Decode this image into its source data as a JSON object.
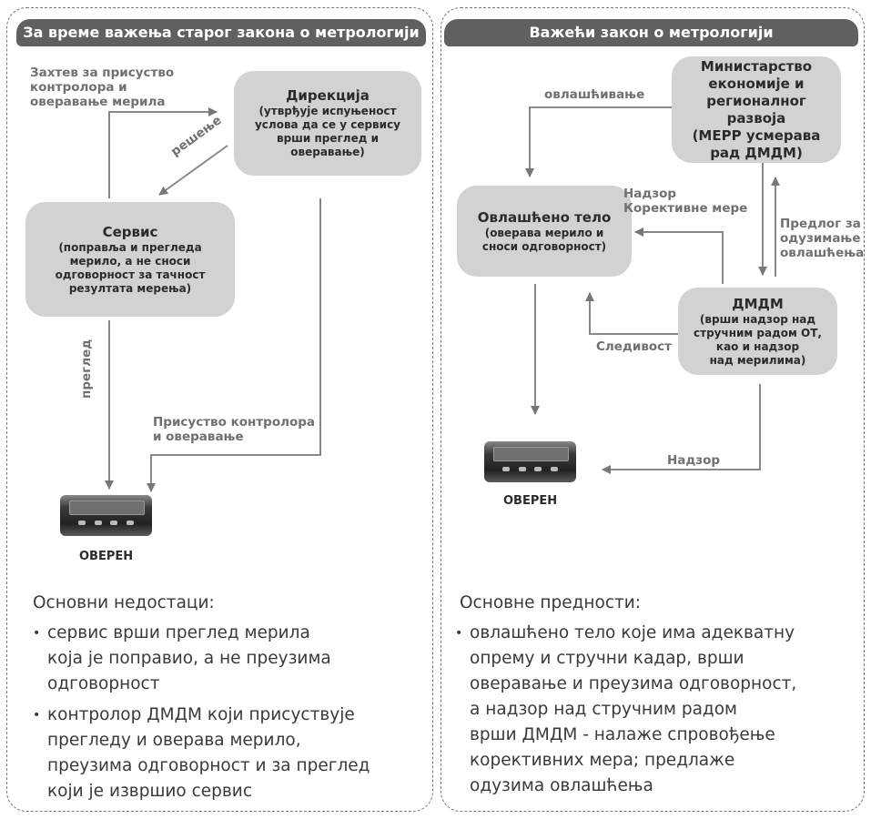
{
  "left": {
    "title": "За време важења старог закона о метрологији",
    "direkcija": {
      "heading": "Дирекција",
      "sub": [
        "(утврђује испуњеност",
        "услова да се у сервису",
        "врши преглед и",
        "оверавање)"
      ]
    },
    "servis": {
      "heading": "Сервис",
      "sub": [
        "(поправља и прегледа",
        "мерило, а не сноси",
        "одговорност за тачност",
        "резултата мерења)"
      ]
    },
    "zahtev": [
      "Захтев за присуство",
      "контролора и",
      "оверавање мерила"
    ],
    "resenje": "решење",
    "pregled": "преглед",
    "prisustvo": [
      "Присуство контролора",
      "и оверавање"
    ],
    "verified": "ОВЕРЕН",
    "section_title": "Основни недостаци:",
    "bullets": [
      [
        "сервис врши преглед мерила",
        "која је поправио, а не преузима",
        "одговорност"
      ],
      [
        "контролор ДМДМ који присуствује",
        "прегледу и оверава мерило,",
        "преузима одговорност и за преглед",
        "који је извршио сервис"
      ]
    ]
  },
  "right": {
    "title": "Важећи закон о метрологији",
    "merr": [
      "Министарство",
      "економије и",
      "регионалног развоја",
      "(МЕРР усмерава",
      "рад ДМДМ)"
    ],
    "ot": {
      "heading": "Овлашћено тело",
      "sub": [
        "(оверава мерило и",
        "сноси одговорност)"
      ]
    },
    "dmdm": {
      "heading": "ДМДМ",
      "sub": [
        "(врши надзор над",
        "стручним радом ОТ,",
        "као  и надзор",
        "над мерилима)"
      ]
    },
    "ovlascivanje": "овлашћивање",
    "nadzor_korektivne": [
      "Надзор",
      "Корективне мере"
    ],
    "predlog": [
      "Предлог за",
      "одузимање",
      "овлашћења"
    ],
    "sledivost": "Следивост",
    "nadzor": "Надзор",
    "verified": "ОВЕРЕН",
    "section_title": "Основне предности:",
    "bullets": [
      [
        "овлашћено тело које има адекватну",
        "опрему и стручни кадар, врши",
        "оверавање и преузима одговорност,",
        "а надзор над стручним радом",
        "врши ДМДМ - налаже спровођење",
        "корективних мера; предлаже",
        "одузима овлашћења"
      ]
    ]
  }
}
